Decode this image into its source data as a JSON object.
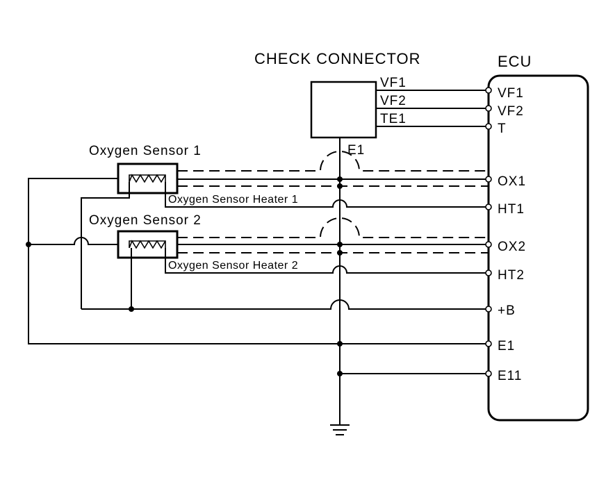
{
  "ecu": {
    "title": "ECU",
    "pins": {
      "vf1": "VF1",
      "vf2": "VF2",
      "t": "T",
      "ox1": "OX1",
      "ht1": "HT1",
      "ox2": "OX2",
      "ht2": "HT2",
      "plus_b": "+B",
      "e1": "E1",
      "e11": "E11"
    }
  },
  "check_connector": {
    "title": "CHECK CONNECTOR",
    "terminals": {
      "vf1": "VF1",
      "vf2": "VF2",
      "te1": "TE1",
      "e1": "E1"
    }
  },
  "sensors": {
    "oxygen_sensor_1": "Oxygen Sensor 1",
    "oxygen_sensor_2": "Oxygen Sensor 2",
    "heater_1": "Oxygen Sensor Heater  1",
    "heater_2": "Oxygen Sensor Heater 2"
  }
}
